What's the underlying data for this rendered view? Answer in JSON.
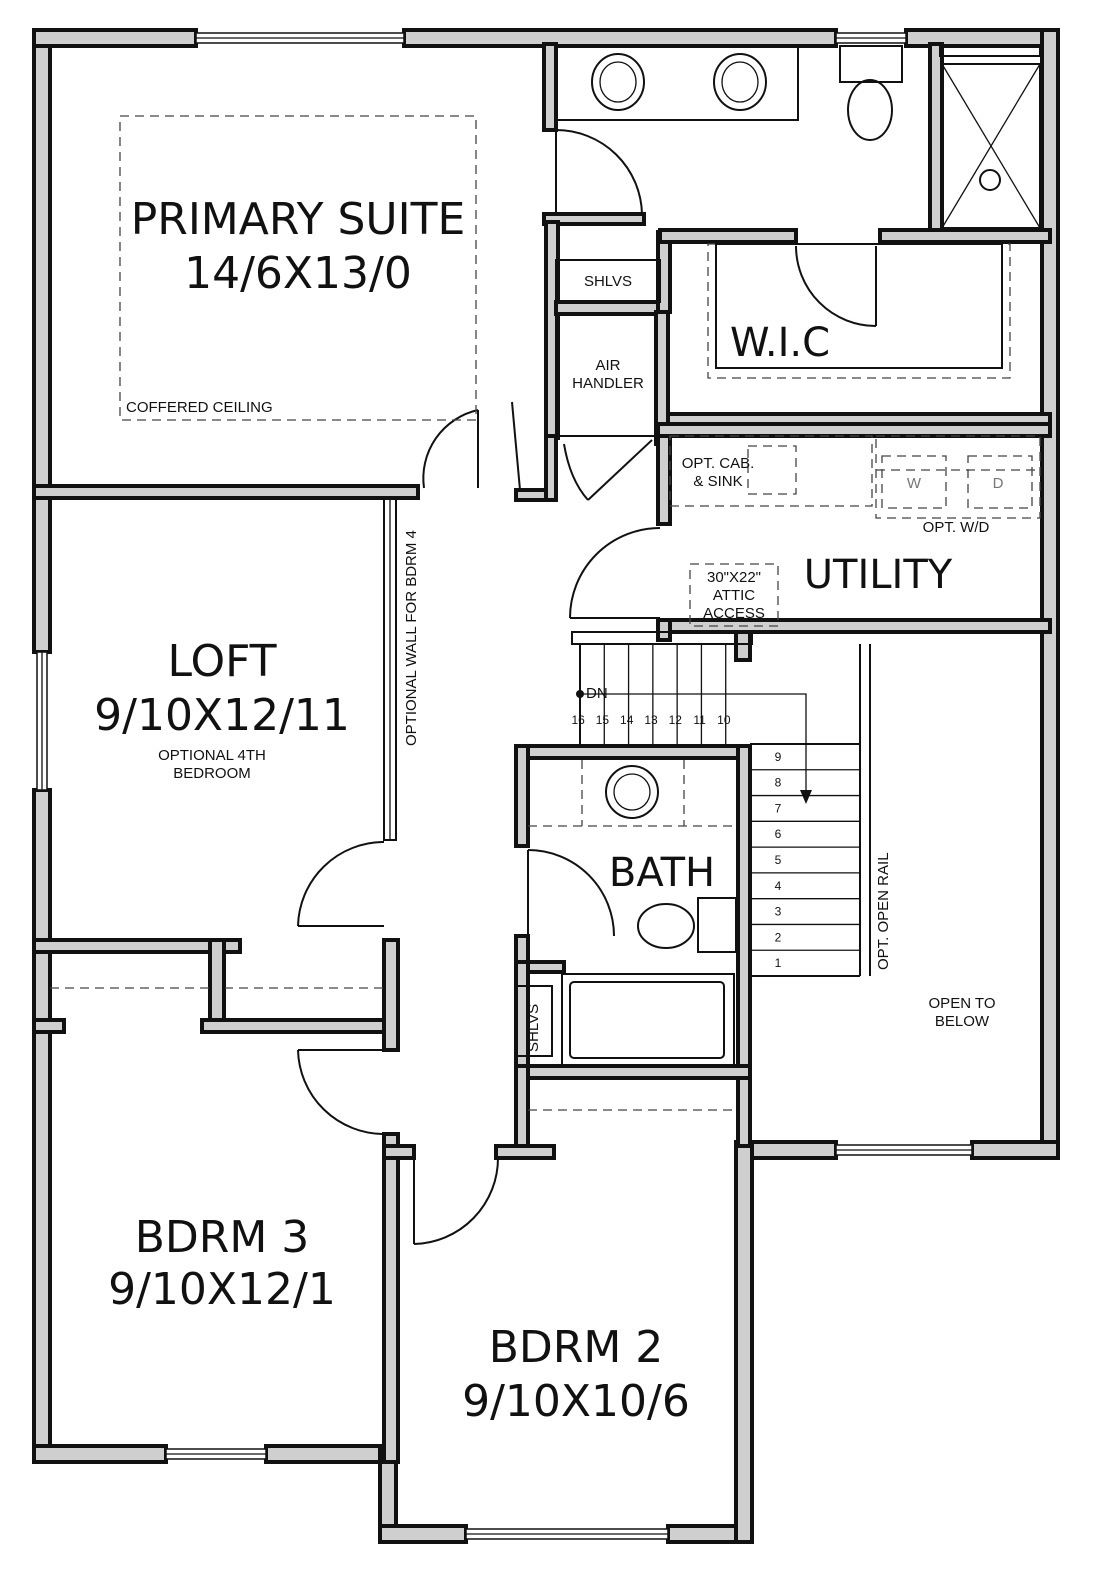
{
  "rooms": {
    "primary_suite": {
      "name": "PRIMARY SUITE",
      "size": "14/6X13/0",
      "note": "COFFERED CEILING"
    },
    "loft": {
      "name": "LOFT",
      "size": "9/10X12/11",
      "note_line1": "OPTIONAL 4TH",
      "note_line2": "BEDROOM"
    },
    "bdrm3": {
      "name": "BDRM 3",
      "size": "9/10X12/1"
    },
    "bdrm2": {
      "name": "BDRM 2",
      "size": "9/10X10/6"
    },
    "bath": {
      "name": "BATH"
    },
    "wic": {
      "name": "W.I.C"
    },
    "utility": {
      "name": "UTILITY"
    }
  },
  "labels": {
    "shlvs_top": "SHLVS",
    "shlvs_bath": "SHLVS",
    "air_handler_1": "AIR",
    "air_handler_2": "HANDLER",
    "opt_cab_1": "OPT. CAB.",
    "opt_cab_2": "& SINK",
    "opt_wd": "OPT. W/D",
    "washer": "W",
    "dryer": "D",
    "attic_1": "30\"X22\"",
    "attic_2": "ATTIC",
    "attic_3": "ACCESS",
    "optional_wall": "OPTIONAL WALL FOR BDRM 4",
    "open_rail": "OPT. OPEN RAIL",
    "open_below_1": "OPEN TO",
    "open_below_2": "BELOW",
    "dn": "DN"
  },
  "stairs": {
    "upper_steps": [
      "16",
      "15",
      "14",
      "13",
      "12",
      "11",
      "10"
    ],
    "lower_steps": [
      "9",
      "8",
      "7",
      "6",
      "5",
      "4",
      "3",
      "2",
      "1"
    ]
  }
}
